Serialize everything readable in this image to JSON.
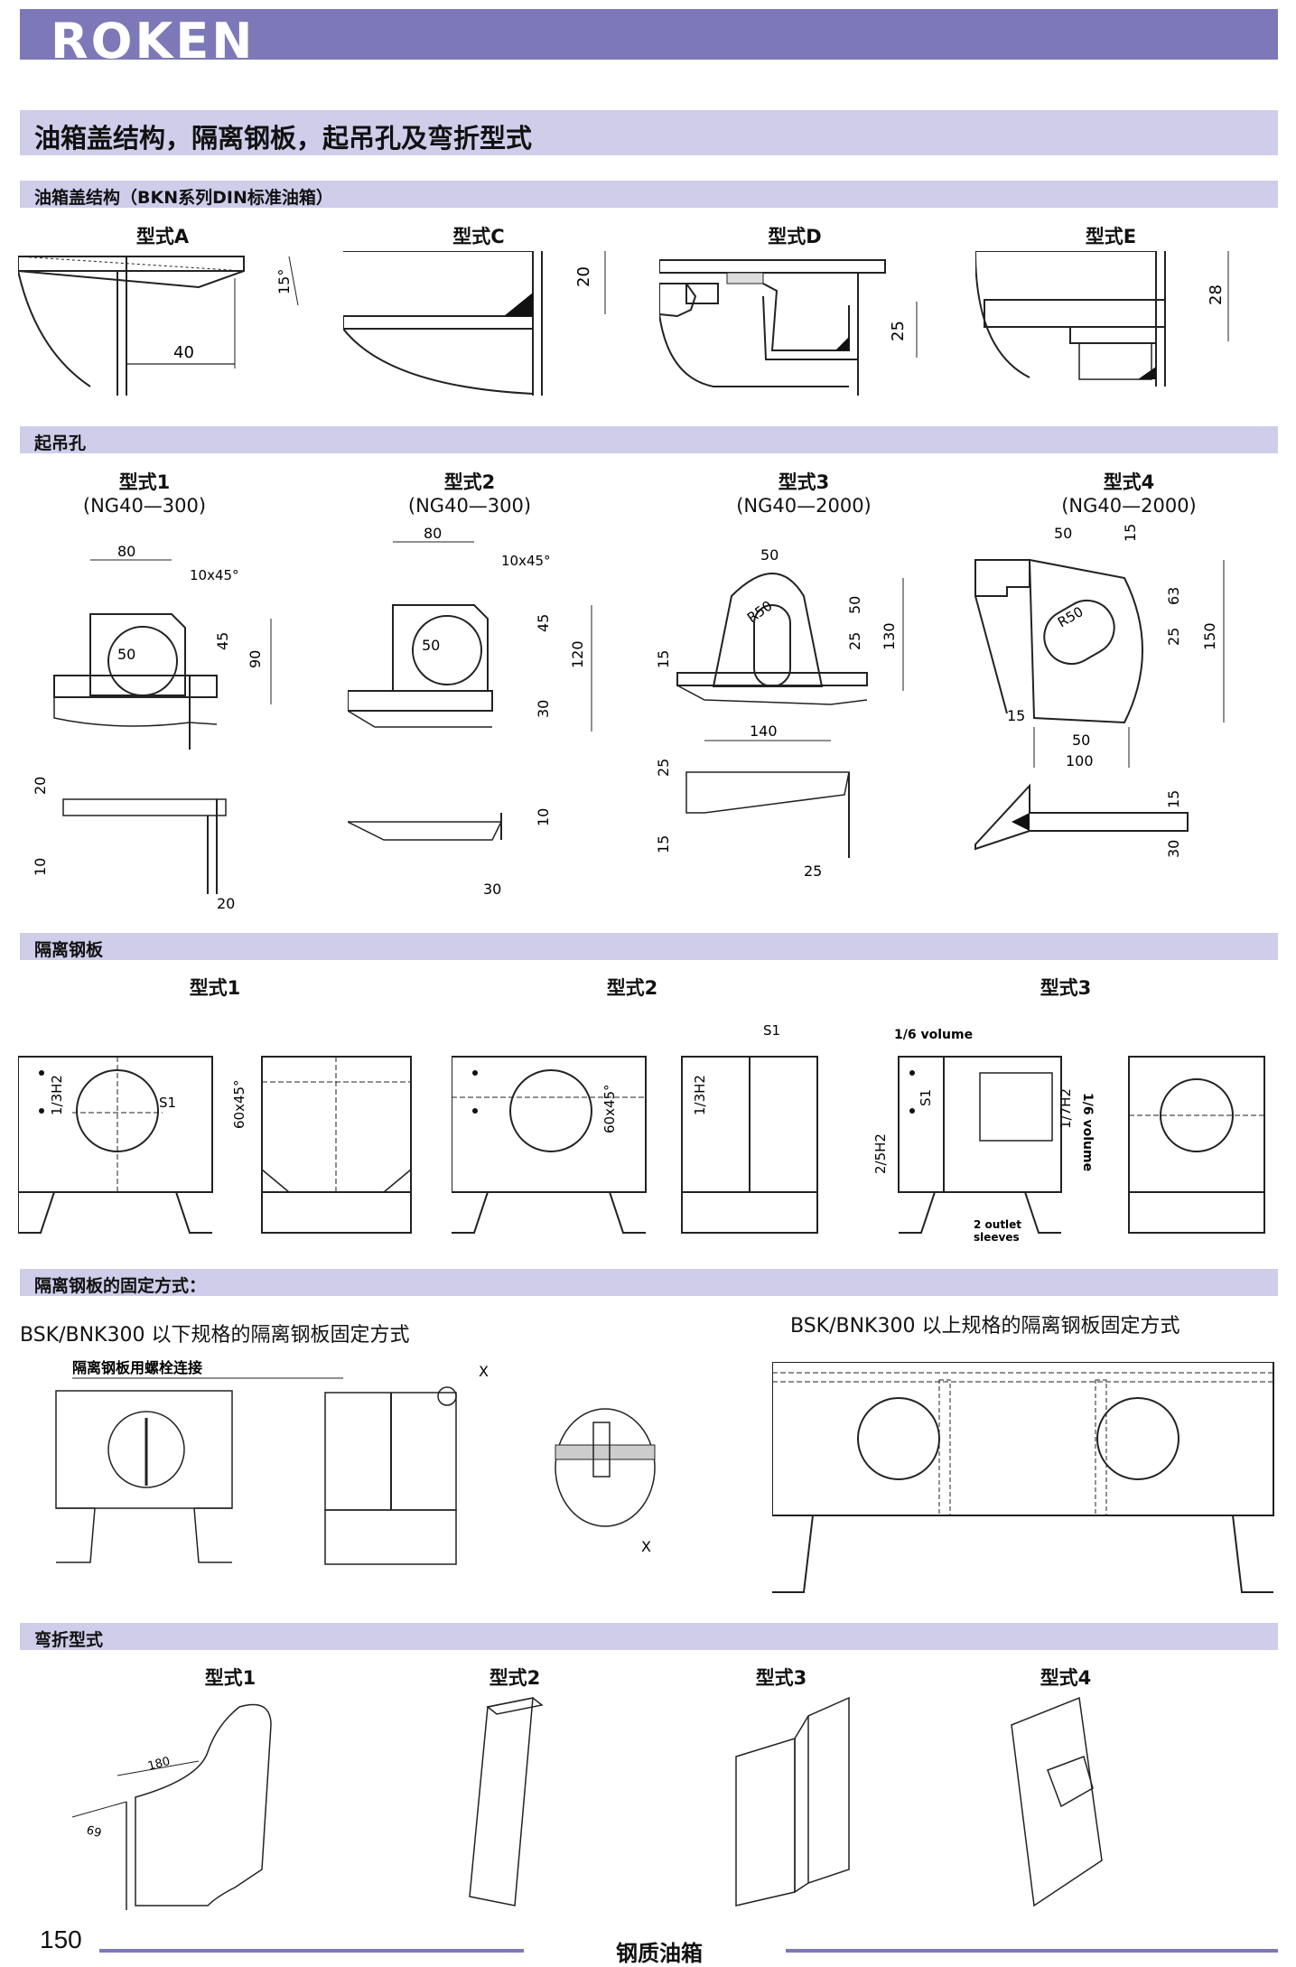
{
  "header": {
    "brand": "ROKEN",
    "page_title": "油箱盖结构，隔离钢板，起吊孔及弯折型式"
  },
  "sections": {
    "tank_cover": {
      "title": "油箱盖结构（BKN系列DIN标准油箱）",
      "figures": [
        {
          "label": "型式A",
          "dims": [
            "15°",
            "40"
          ]
        },
        {
          "label": "型式C",
          "dims": [
            "20"
          ]
        },
        {
          "label": "型式D",
          "dims": [
            "25"
          ]
        },
        {
          "label": "型式E",
          "dims": [
            "28"
          ]
        }
      ]
    },
    "lifting": {
      "title": "起吊孔",
      "figures": [
        {
          "label": "型式1",
          "range": "(NG40—300)",
          "dims": [
            "80",
            "10x45°",
            "50",
            "45",
            "90",
            "20",
            "10",
            "20"
          ]
        },
        {
          "label": "型式2",
          "range": "(NG40—300)",
          "dims": [
            "80",
            "10x45°",
            "50",
            "45",
            "120",
            "30",
            "10",
            "30"
          ]
        },
        {
          "label": "型式3",
          "range": "(NG40—2000)",
          "dims": [
            "50",
            "R50",
            "50",
            "25",
            "130",
            "15",
            "140",
            "25",
            "15",
            "25"
          ]
        },
        {
          "label": "型式4",
          "range": "(NG40—2000)",
          "dims": [
            "50",
            "15",
            "R50",
            "63",
            "25",
            "150",
            "15",
            "50",
            "100",
            "15",
            "30"
          ]
        }
      ]
    },
    "baffle": {
      "title": "隔离钢板",
      "figures": [
        {
          "label": "型式1",
          "dims": [
            "1/3H2",
            "S1",
            "60x45°"
          ]
        },
        {
          "label": "型式2",
          "dims": [
            "S1",
            "1/3H2",
            "60x45°"
          ]
        },
        {
          "label": "型式3",
          "dims": [
            "1/6 volume",
            "1/6 volume",
            "S1",
            "1/7H2",
            "2/5H2",
            "2 outlet",
            "sleeves"
          ]
        }
      ]
    },
    "baffle_fix": {
      "title": "隔离钢板的固定方式：",
      "left_subtitle": "BSK/BNK300 以下规格的隔离钢板固定方式",
      "right_subtitle": "BSK/BNK300 以上规格的隔离钢板固定方式",
      "bolt_note": "隔离钢板用螺栓连接",
      "detail_marks": [
        "X",
        "X"
      ]
    },
    "fold": {
      "title": "弯折型式",
      "figures": [
        {
          "label": "型式1",
          "dims": [
            "180",
            "69"
          ]
        },
        {
          "label": "型式2"
        },
        {
          "label": "型式3"
        },
        {
          "label": "型式4"
        }
      ]
    }
  },
  "footer": {
    "page_number": "150",
    "label": "钢质油箱"
  }
}
